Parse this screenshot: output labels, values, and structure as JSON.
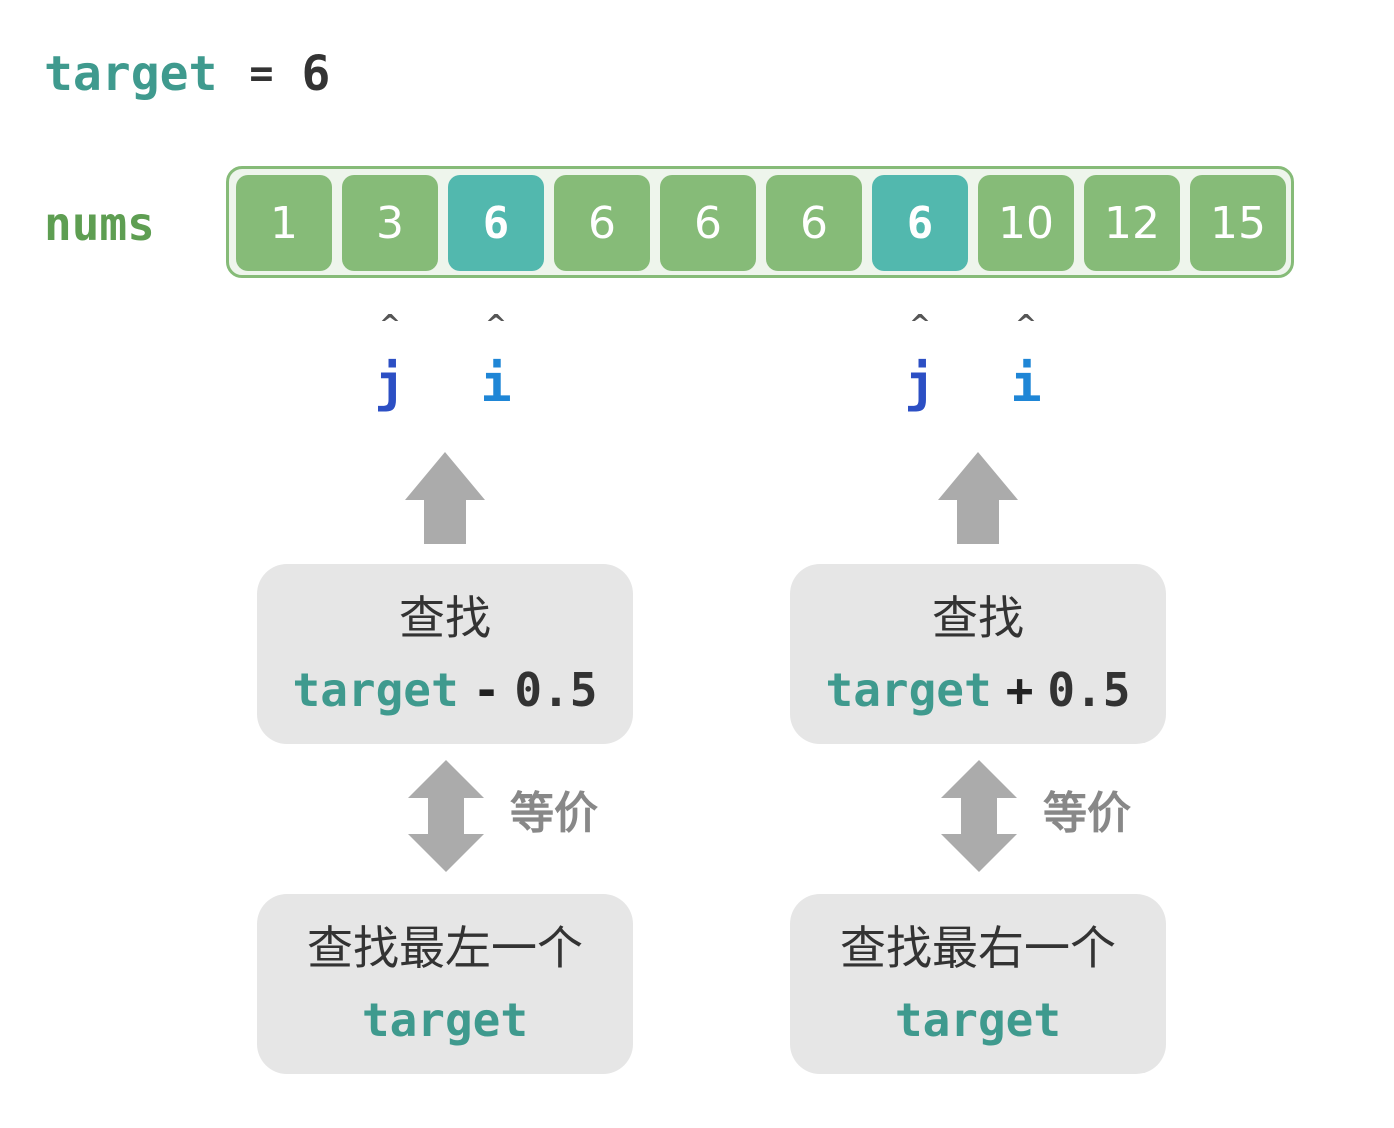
{
  "title": {
    "var": "target",
    "eq": "=",
    "value": "6"
  },
  "array": {
    "label": "nums",
    "values": [
      "1",
      "3",
      "6",
      "6",
      "6",
      "6",
      "6",
      "10",
      "12",
      "15"
    ],
    "highlighted_indices": [
      2,
      6
    ]
  },
  "pointers": [
    {
      "name": "j",
      "index": 1
    },
    {
      "name": "i",
      "index": 2
    },
    {
      "name": "j",
      "index": 6
    },
    {
      "name": "i",
      "index": 7
    }
  ],
  "pointer_caret": "^",
  "colors": {
    "cell": "#86bb78",
    "cell_highlight": "#52b8ae",
    "keyword": "#3f9a8e",
    "pointer_j": "#2c4fc4",
    "pointer_i": "#1f86d6",
    "arrow": "#ababab",
    "box": "#e6e6e6"
  },
  "left": {
    "search_label": "查找",
    "search_var": "target",
    "search_op": "-",
    "search_offset": "0.5",
    "equiv_label": "等价",
    "result_label": "查找最左一个",
    "result_var": "target"
  },
  "right": {
    "search_label": "查找",
    "search_var": "target",
    "search_op": "+",
    "search_offset": "0.5",
    "equiv_label": "等价",
    "result_label": "查找最右一个",
    "result_var": "target"
  }
}
